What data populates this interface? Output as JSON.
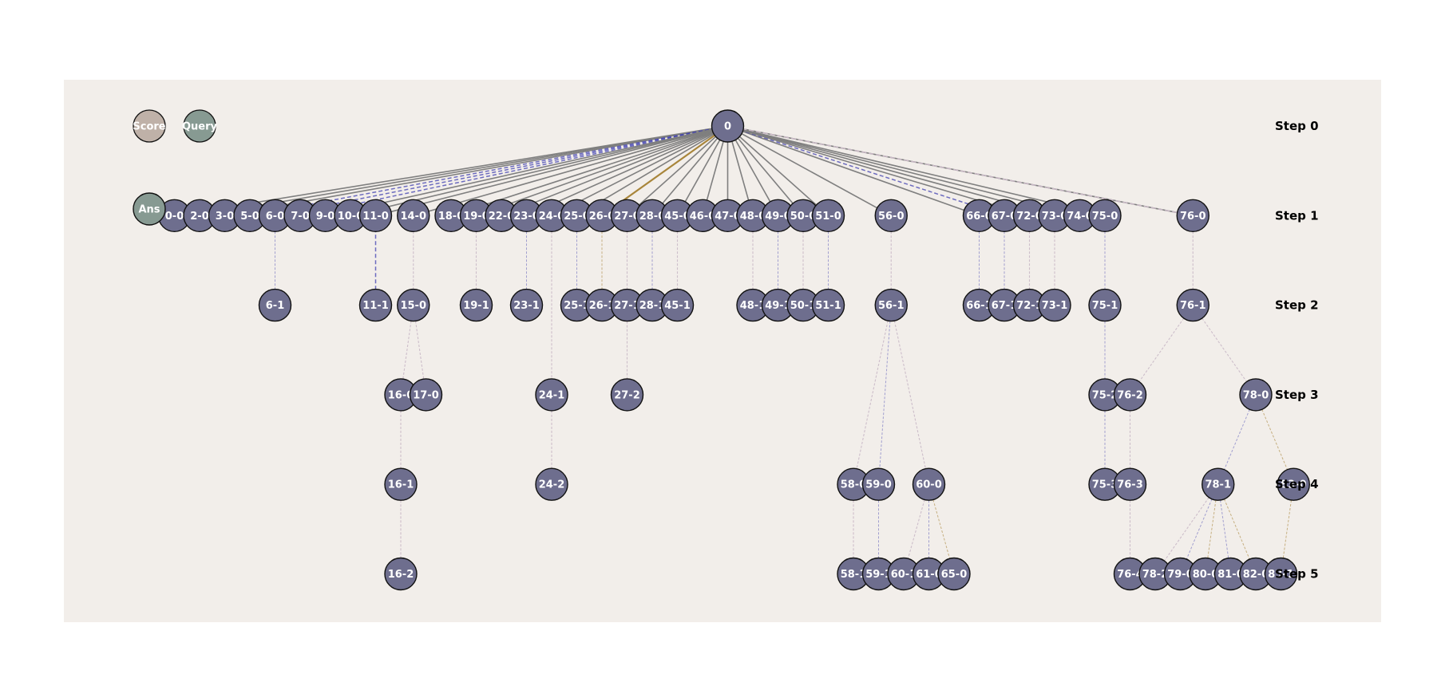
{
  "colors": {
    "background": "#f2eeea",
    "node_fill": "#6e6e8e",
    "node_stroke": "#111111",
    "legend_score": "#bfb1a8",
    "legend_query": "#879a92",
    "legend_ans": "#879a92",
    "edge_gray": "#7f7f7f",
    "edge_blue": "#3f3fb0",
    "edge_brown": "#a8853a",
    "edge_faint": "#c9b8c6"
  },
  "legend": {
    "score": "Score",
    "query": "Query",
    "ans": "Ans"
  },
  "steps": [
    "Step 0",
    "Step 1",
    "Step 2",
    "Step 3",
    "Step 4",
    "Step 5"
  ],
  "nodes": [
    {
      "id": "0",
      "step": 0,
      "col": 23.0
    },
    {
      "id": "0-0",
      "step": 1,
      "col": 1
    },
    {
      "id": "2-0",
      "step": 1,
      "col": 2
    },
    {
      "id": "3-0",
      "step": 1,
      "col": 3
    },
    {
      "id": "5-0",
      "step": 1,
      "col": 4
    },
    {
      "id": "6-0",
      "step": 1,
      "col": 5
    },
    {
      "id": "7-0",
      "step": 1,
      "col": 6
    },
    {
      "id": "9-0",
      "step": 1,
      "col": 7
    },
    {
      "id": "10-0",
      "step": 1,
      "col": 8
    },
    {
      "id": "11-0",
      "step": 1,
      "col": 9
    },
    {
      "id": "14-0",
      "step": 1,
      "col": 10.5
    },
    {
      "id": "18-0",
      "step": 1,
      "col": 12
    },
    {
      "id": "19-0",
      "step": 1,
      "col": 13
    },
    {
      "id": "22-0",
      "step": 1,
      "col": 14
    },
    {
      "id": "23-0",
      "step": 1,
      "col": 15
    },
    {
      "id": "24-0",
      "step": 1,
      "col": 16
    },
    {
      "id": "25-0",
      "step": 1,
      "col": 17
    },
    {
      "id": "26-0",
      "step": 1,
      "col": 18
    },
    {
      "id": "27-0",
      "step": 1,
      "col": 19
    },
    {
      "id": "28-0",
      "step": 1,
      "col": 20
    },
    {
      "id": "45-0",
      "step": 1,
      "col": 21
    },
    {
      "id": "46-0",
      "step": 1,
      "col": 22
    },
    {
      "id": "47-0",
      "step": 1,
      "col": 23
    },
    {
      "id": "48-0",
      "step": 1,
      "col": 24
    },
    {
      "id": "49-0",
      "step": 1,
      "col": 25
    },
    {
      "id": "50-0",
      "step": 1,
      "col": 26
    },
    {
      "id": "51-0",
      "step": 1,
      "col": 27
    },
    {
      "id": "56-0",
      "step": 1,
      "col": 29.5
    },
    {
      "id": "66-0",
      "step": 1,
      "col": 33
    },
    {
      "id": "67-0",
      "step": 1,
      "col": 34
    },
    {
      "id": "72-0",
      "step": 1,
      "col": 35
    },
    {
      "id": "73-0",
      "step": 1,
      "col": 36
    },
    {
      "id": "74-0",
      "step": 1,
      "col": 37
    },
    {
      "id": "75-0",
      "step": 1,
      "col": 38
    },
    {
      "id": "76-0",
      "step": 1,
      "col": 41.5
    },
    {
      "id": "6-1",
      "step": 2,
      "col": 5
    },
    {
      "id": "11-1",
      "step": 2,
      "col": 9
    },
    {
      "id": "15-0",
      "step": 2,
      "col": 10.5
    },
    {
      "id": "19-1",
      "step": 2,
      "col": 13
    },
    {
      "id": "23-1",
      "step": 2,
      "col": 15
    },
    {
      "id": "25-1",
      "step": 2,
      "col": 17
    },
    {
      "id": "26-1",
      "step": 2,
      "col": 18
    },
    {
      "id": "27-1",
      "step": 2,
      "col": 19
    },
    {
      "id": "28-1",
      "step": 2,
      "col": 20
    },
    {
      "id": "45-1",
      "step": 2,
      "col": 21
    },
    {
      "id": "48-1",
      "step": 2,
      "col": 24
    },
    {
      "id": "49-1",
      "step": 2,
      "col": 25
    },
    {
      "id": "50-1",
      "step": 2,
      "col": 26
    },
    {
      "id": "51-1",
      "step": 2,
      "col": 27
    },
    {
      "id": "56-1",
      "step": 2,
      "col": 29.5
    },
    {
      "id": "66-1",
      "step": 2,
      "col": 33
    },
    {
      "id": "67-1",
      "step": 2,
      "col": 34
    },
    {
      "id": "72-1",
      "step": 2,
      "col": 35
    },
    {
      "id": "73-1",
      "step": 2,
      "col": 36
    },
    {
      "id": "75-1",
      "step": 2,
      "col": 38
    },
    {
      "id": "76-1",
      "step": 2,
      "col": 41.5
    },
    {
      "id": "16-0",
      "step": 3,
      "col": 10
    },
    {
      "id": "17-0",
      "step": 3,
      "col": 11
    },
    {
      "id": "24-1",
      "step": 3,
      "col": 16
    },
    {
      "id": "27-2",
      "step": 3,
      "col": 19
    },
    {
      "id": "75-2",
      "step": 3,
      "col": 38
    },
    {
      "id": "76-2",
      "step": 3,
      "col": 39
    },
    {
      "id": "78-0",
      "step": 3,
      "col": 44
    },
    {
      "id": "16-1",
      "step": 4,
      "col": 10
    },
    {
      "id": "24-2",
      "step": 4,
      "col": 16
    },
    {
      "id": "58-0",
      "step": 4,
      "col": 28
    },
    {
      "id": "59-0",
      "step": 4,
      "col": 29
    },
    {
      "id": "60-0",
      "step": 4,
      "col": 31
    },
    {
      "id": "75-3",
      "step": 4,
      "col": 38
    },
    {
      "id": "76-3",
      "step": 4,
      "col": 39
    },
    {
      "id": "78-1",
      "step": 4,
      "col": 42.5
    },
    {
      "id": "83-0",
      "step": 4,
      "col": 45.5
    },
    {
      "id": "16-2",
      "step": 5,
      "col": 10
    },
    {
      "id": "58-1",
      "step": 5,
      "col": 28
    },
    {
      "id": "59-1",
      "step": 5,
      "col": 29
    },
    {
      "id": "60-1",
      "step": 5,
      "col": 30
    },
    {
      "id": "61-0",
      "step": 5,
      "col": 31
    },
    {
      "id": "65-0",
      "step": 5,
      "col": 32
    },
    {
      "id": "76-4",
      "step": 5,
      "col": 39
    },
    {
      "id": "78-2",
      "step": 5,
      "col": 40
    },
    {
      "id": "79-0",
      "step": 5,
      "col": 41
    },
    {
      "id": "80-0",
      "step": 5,
      "col": 42
    },
    {
      "id": "81-0",
      "step": 5,
      "col": 43
    },
    {
      "id": "82-0",
      "step": 5,
      "col": 44
    },
    {
      "id": "83-1",
      "step": 5,
      "col": 45
    }
  ],
  "edges": [
    {
      "from": "0",
      "to": "0-0",
      "style": "gray"
    },
    {
      "from": "0",
      "to": "2-0",
      "style": "gray"
    },
    {
      "from": "0",
      "to": "3-0",
      "style": "gray"
    },
    {
      "from": "0",
      "to": "5-0",
      "style": "dashblue"
    },
    {
      "from": "0",
      "to": "6-0",
      "style": "dashblue"
    },
    {
      "from": "0",
      "to": "7-0",
      "style": "dashblue"
    },
    {
      "from": "0",
      "to": "9-0",
      "style": "gray"
    },
    {
      "from": "0",
      "to": "10-0",
      "style": "gray"
    },
    {
      "from": "0",
      "to": "11-0",
      "style": "gray"
    },
    {
      "from": "0",
      "to": "14-0",
      "style": "gray"
    },
    {
      "from": "0",
      "to": "18-0",
      "style": "gray"
    },
    {
      "from": "0",
      "to": "19-0",
      "style": "gray"
    },
    {
      "from": "0",
      "to": "22-0",
      "style": "gray"
    },
    {
      "from": "0",
      "to": "23-0",
      "style": "gray"
    },
    {
      "from": "0",
      "to": "24-0",
      "style": "gray"
    },
    {
      "from": "0",
      "to": "25-0",
      "style": "gray"
    },
    {
      "from": "0",
      "to": "26-0",
      "style": "brown"
    },
    {
      "from": "0",
      "to": "27-0",
      "style": "gray"
    },
    {
      "from": "0",
      "to": "28-0",
      "style": "gray"
    },
    {
      "from": "0",
      "to": "45-0",
      "style": "gray"
    },
    {
      "from": "0",
      "to": "46-0",
      "style": "gray"
    },
    {
      "from": "0",
      "to": "47-0",
      "style": "gray"
    },
    {
      "from": "0",
      "to": "48-0",
      "style": "gray"
    },
    {
      "from": "0",
      "to": "49-0",
      "style": "gray"
    },
    {
      "from": "0",
      "to": "50-0",
      "style": "gray"
    },
    {
      "from": "0",
      "to": "51-0",
      "style": "gray"
    },
    {
      "from": "0",
      "to": "56-0",
      "style": "gray"
    },
    {
      "from": "0",
      "to": "66-0",
      "style": "gray"
    },
    {
      "from": "0",
      "to": "67-0",
      "style": "dashblue"
    },
    {
      "from": "0",
      "to": "72-0",
      "style": "gray"
    },
    {
      "from": "0",
      "to": "73-0",
      "style": "gray"
    },
    {
      "from": "0",
      "to": "74-0",
      "style": "gray"
    },
    {
      "from": "0",
      "to": "75-0",
      "style": "gray"
    },
    {
      "from": "0",
      "to": "76-0",
      "style": "gray"
    },
    {
      "from": "6-0",
      "to": "6-1",
      "style": "faintblue"
    },
    {
      "from": "11-0",
      "to": "11-1",
      "style": "dashblue"
    },
    {
      "from": "14-0",
      "to": "15-0",
      "style": "faint"
    },
    {
      "from": "19-0",
      "to": "19-1",
      "style": "faint"
    },
    {
      "from": "23-0",
      "to": "23-1",
      "style": "faintblue"
    },
    {
      "from": "25-0",
      "to": "25-1",
      "style": "faintblue"
    },
    {
      "from": "26-0",
      "to": "26-1",
      "style": "faintbrown"
    },
    {
      "from": "27-0",
      "to": "27-1",
      "style": "faint"
    },
    {
      "from": "28-0",
      "to": "28-1",
      "style": "faintblue"
    },
    {
      "from": "45-0",
      "to": "45-1",
      "style": "faint"
    },
    {
      "from": "48-0",
      "to": "48-1",
      "style": "faint"
    },
    {
      "from": "49-0",
      "to": "49-1",
      "style": "faintblue"
    },
    {
      "from": "50-0",
      "to": "50-1",
      "style": "faint"
    },
    {
      "from": "51-0",
      "to": "51-1",
      "style": "faintblue"
    },
    {
      "from": "56-0",
      "to": "56-1",
      "style": "faint"
    },
    {
      "from": "66-0",
      "to": "66-1",
      "style": "faintblue"
    },
    {
      "from": "67-0",
      "to": "67-1",
      "style": "faintblue"
    },
    {
      "from": "72-0",
      "to": "72-1",
      "style": "faint"
    },
    {
      "from": "73-0",
      "to": "73-1",
      "style": "faint"
    },
    {
      "from": "75-0",
      "to": "75-1",
      "style": "faintblue"
    },
    {
      "from": "76-0",
      "to": "76-1",
      "style": "faint"
    },
    {
      "from": "15-0",
      "to": "16-0",
      "style": "faint"
    },
    {
      "from": "15-0",
      "to": "17-0",
      "style": "faint"
    },
    {
      "from": "24-0",
      "to": "24-1",
      "style": "faint"
    },
    {
      "from": "27-1",
      "to": "27-2",
      "style": "faint"
    },
    {
      "from": "75-1",
      "to": "75-2",
      "style": "faintblue"
    },
    {
      "from": "76-1",
      "to": "76-2",
      "style": "faint"
    },
    {
      "from": "76-1",
      "to": "78-0",
      "style": "faint"
    },
    {
      "from": "16-0",
      "to": "16-1",
      "style": "faint"
    },
    {
      "from": "24-1",
      "to": "24-2",
      "style": "faint"
    },
    {
      "from": "56-1",
      "to": "58-0",
      "style": "faint"
    },
    {
      "from": "56-1",
      "to": "59-0",
      "style": "faintblue"
    },
    {
      "from": "56-1",
      "to": "60-0",
      "style": "faint"
    },
    {
      "from": "75-2",
      "to": "75-3",
      "style": "faintblue"
    },
    {
      "from": "76-2",
      "to": "76-3",
      "style": "faint"
    },
    {
      "from": "78-0",
      "to": "78-1",
      "style": "faintblue"
    },
    {
      "from": "78-0",
      "to": "83-0",
      "style": "faintbrown"
    },
    {
      "from": "16-1",
      "to": "16-2",
      "style": "faint"
    },
    {
      "from": "58-0",
      "to": "58-1",
      "style": "faint"
    },
    {
      "from": "59-0",
      "to": "59-1",
      "style": "faintblue"
    },
    {
      "from": "60-0",
      "to": "60-1",
      "style": "faint"
    },
    {
      "from": "60-0",
      "to": "61-0",
      "style": "faintblue"
    },
    {
      "from": "60-0",
      "to": "65-0",
      "style": "faintbrown"
    },
    {
      "from": "76-3",
      "to": "76-4",
      "style": "faint"
    },
    {
      "from": "78-1",
      "to": "78-2",
      "style": "faint"
    },
    {
      "from": "78-1",
      "to": "79-0",
      "style": "faintblue"
    },
    {
      "from": "78-1",
      "to": "80-0",
      "style": "faintbrown"
    },
    {
      "from": "78-1",
      "to": "81-0",
      "style": "faintblue"
    },
    {
      "from": "78-1",
      "to": "82-0",
      "style": "faintbrown"
    },
    {
      "from": "83-0",
      "to": "83-1",
      "style": "faintbrown"
    }
  ]
}
